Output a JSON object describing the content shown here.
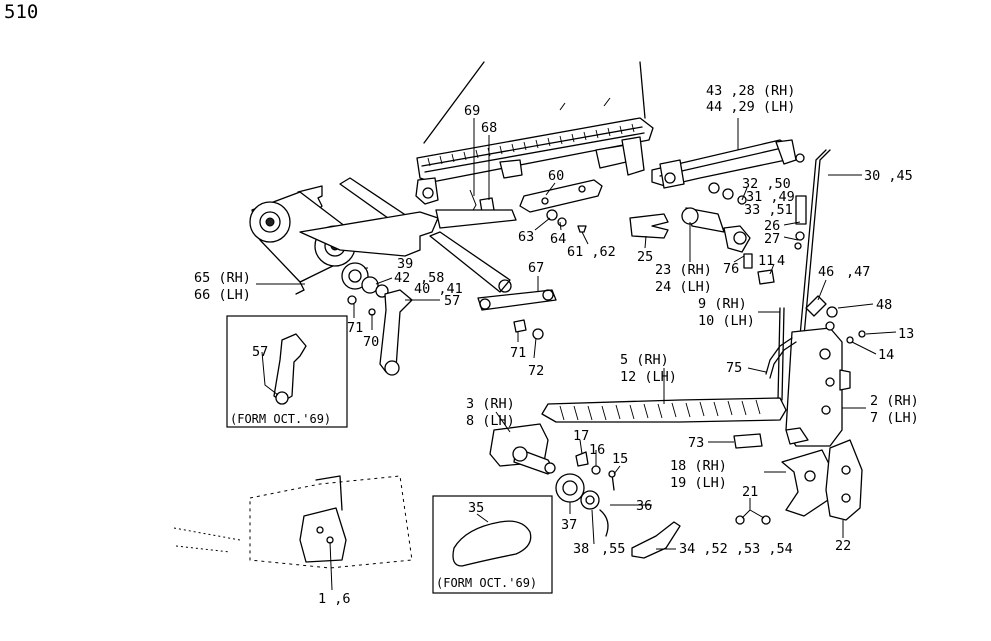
{
  "page_number": "510",
  "inset_captions": {
    "handle_inset": "(FORM OCT.'69)",
    "knob_inset": "(FORM OCT.'69)"
  },
  "callouts": {
    "c1": "43 ,28 (RH)",
    "c2": "44 ,29 (LH)",
    "c3": "69",
    "c4": "68",
    "c5": "60",
    "c6": "32 ,50",
    "c7": "31 ,49",
    "c8": "33 ,51",
    "c9": "30 ,45",
    "c10": "26",
    "c11": "27",
    "c12": "63",
    "c13": "64",
    "c14": "61 ,62",
    "c15": "25",
    "c16": "23 (RH)",
    "c17": "24 (LH)",
    "c18": "76",
    "c19": "11",
    "c20": "4",
    "c21": "46",
    "c22": ",47",
    "c23": "48",
    "c24": "67",
    "c25": "39",
    "c26": "42",
    "c27": ",58",
    "c28": "40 ,41",
    "c29": "57",
    "c30": "65 (RH)",
    "c31": "66 (LH)",
    "c32": "71",
    "c33": "70",
    "c34": "71",
    "c35": "72",
    "c36": "57",
    "c37": "9  (RH)",
    "c38": "10 (LH)",
    "c39": "13",
    "c40": "14",
    "c41": "5  (RH)",
    "c42": "12 (LH)",
    "c43": "75",
    "c44": "3 (RH)",
    "c45": "8 (LH)",
    "c46": "2 (RH)",
    "c47": "7 (LH)",
    "c48": "73",
    "c49": "17",
    "c50": "16",
    "c51": "15",
    "c52": "18 (RH)",
    "c53": "19 (LH)",
    "c54": "21",
    "c55": "36",
    "c56": "37",
    "c57": "38",
    "c58": ",55",
    "c59": "34 ,52 ,53 ,54",
    "c60": "22",
    "c61": "35",
    "c62": "1 ,6"
  }
}
